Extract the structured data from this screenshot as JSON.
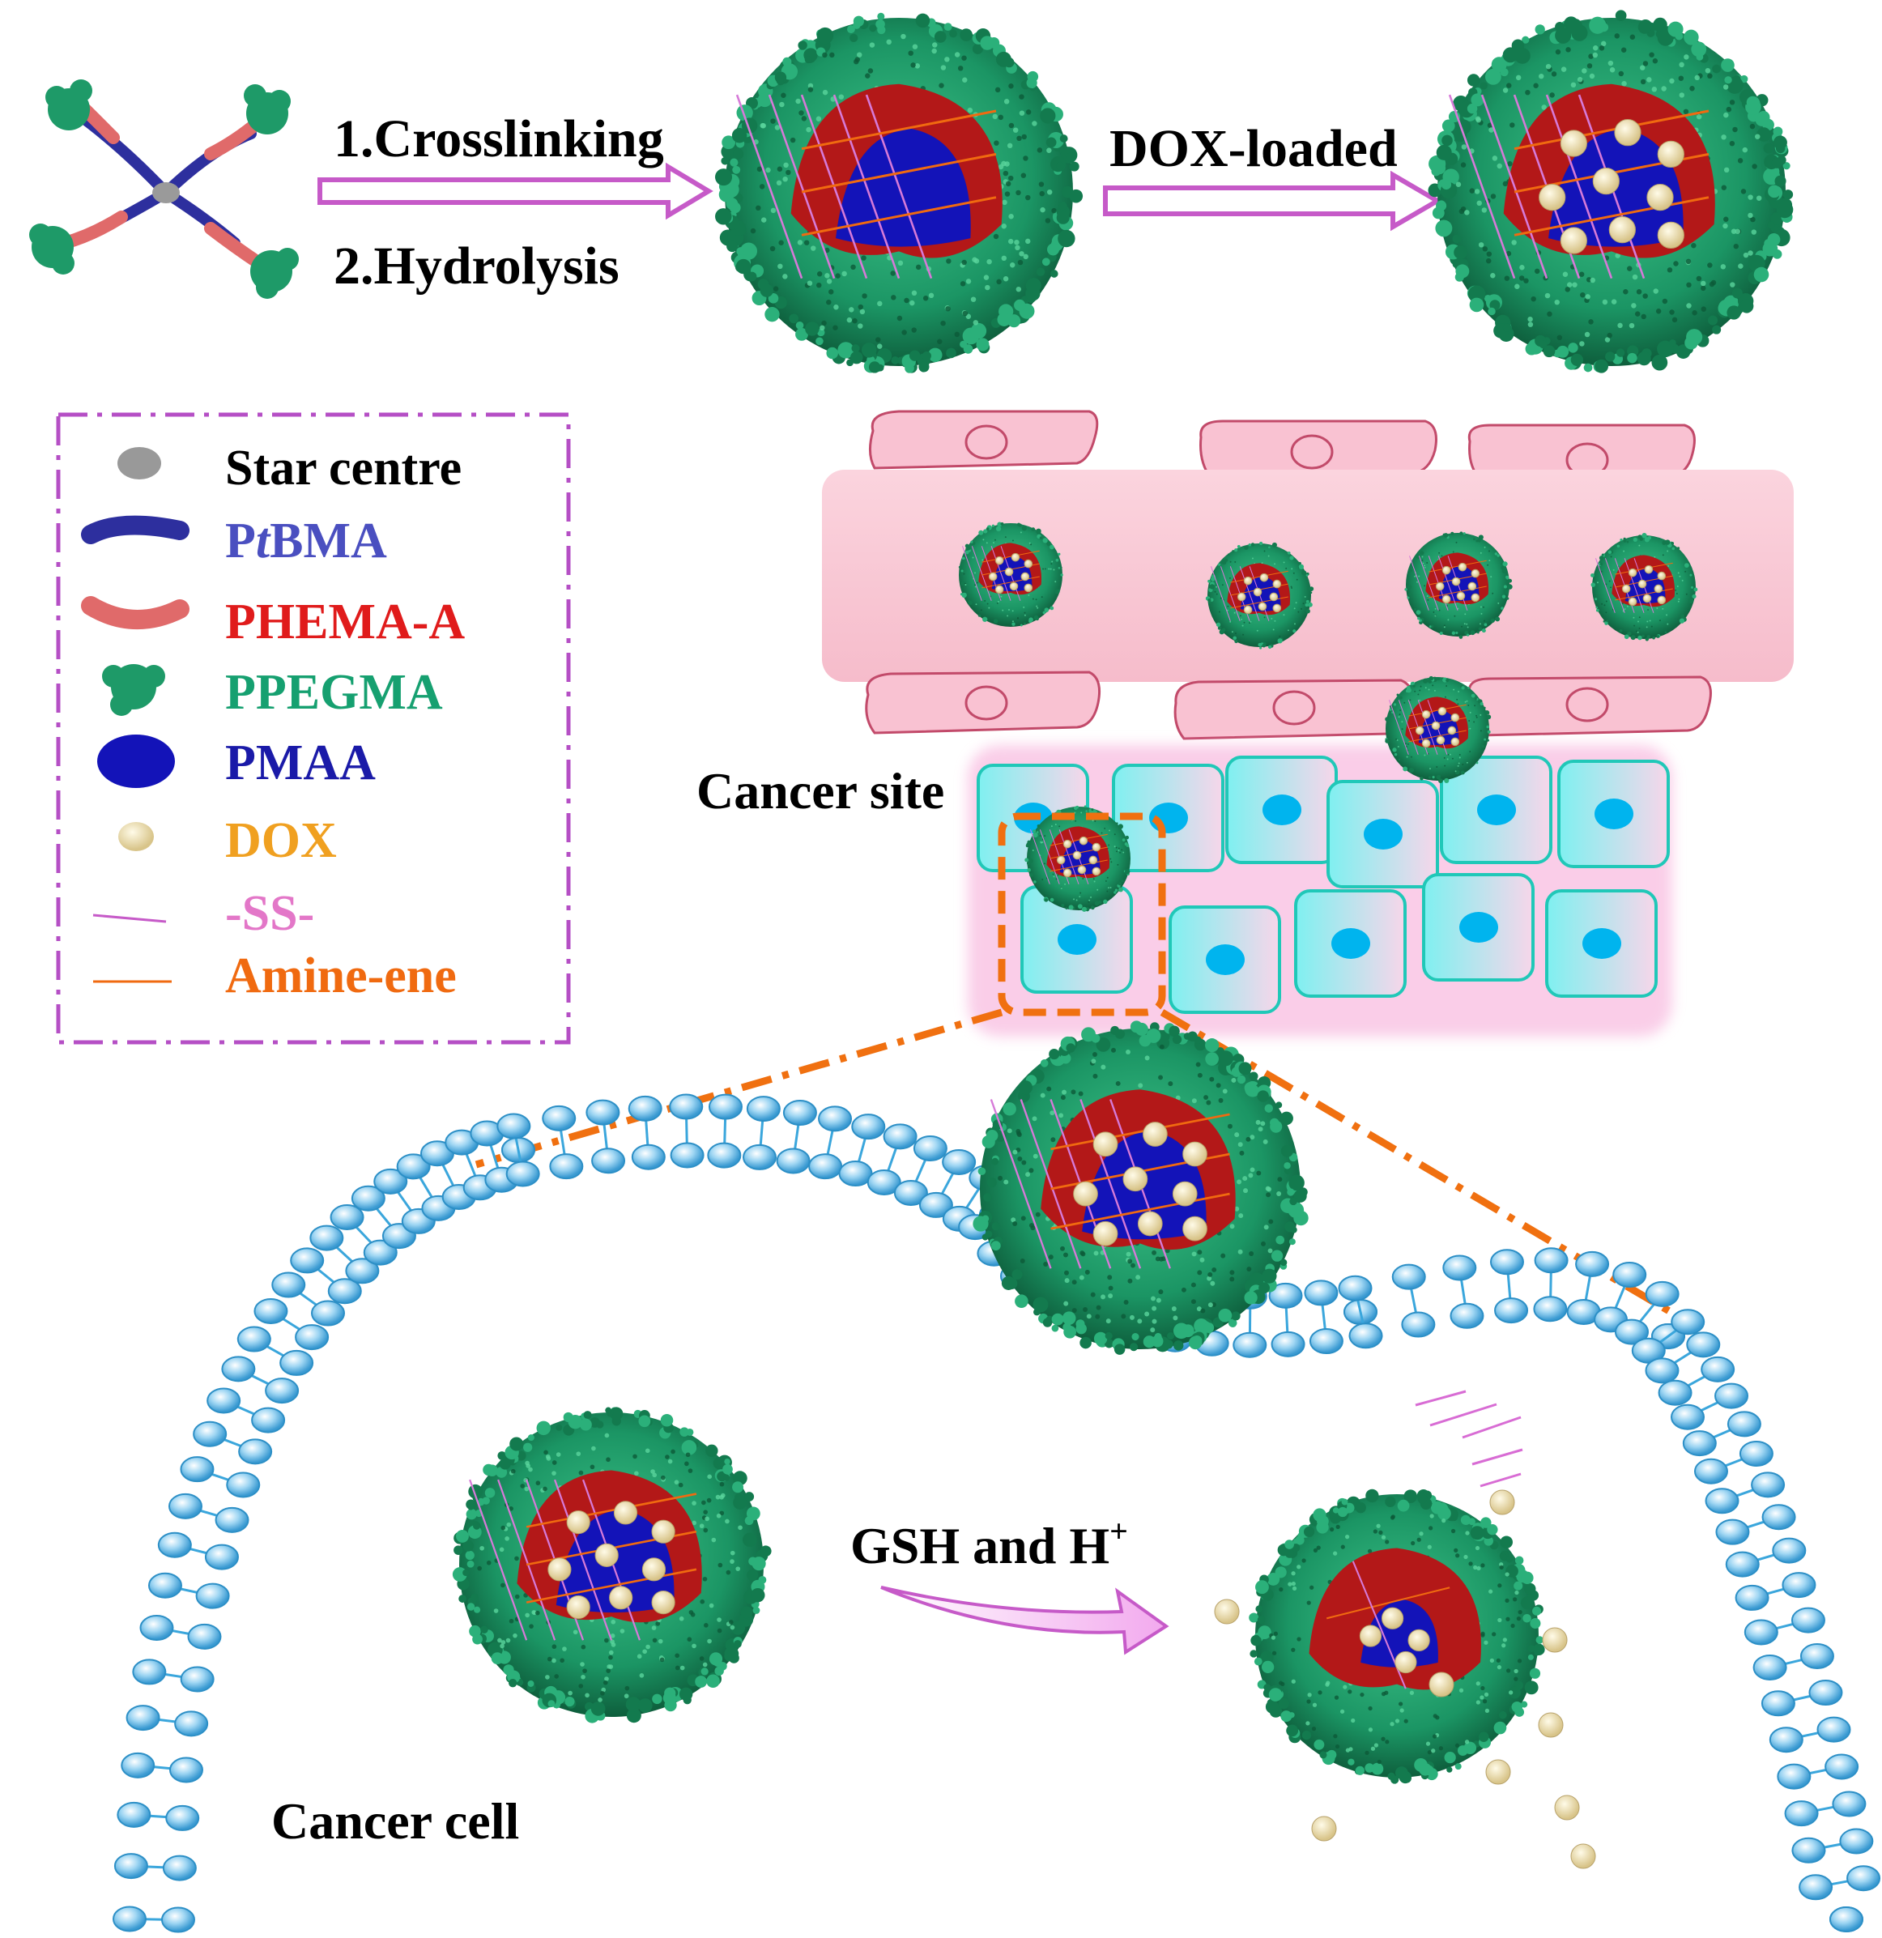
{
  "steps": {
    "step1": "1.Crosslinking",
    "step2": "2.Hydrolysis",
    "loading": "DOX-loaded",
    "release": "GSH and H",
    "release_sup": "+"
  },
  "sites": {
    "cancer_site": "Cancer site",
    "cancer_cell": "Cancer cell"
  },
  "legend": {
    "items": [
      {
        "key": "star",
        "label": "Star centre",
        "color": "#000000"
      },
      {
        "key": "ptbma",
        "label_pre": "P",
        "label_ital": "t",
        "label_post": "BMA",
        "color": "#4a4fc0"
      },
      {
        "key": "phema",
        "label": "PHEMA-A",
        "color": "#e01b1b"
      },
      {
        "key": "ppegma",
        "label": "PPEGMA",
        "color": "#16a070"
      },
      {
        "key": "pmaa",
        "label": "PMAA",
        "color": "#1a1aa8"
      },
      {
        "key": "dox",
        "label": "DOX",
        "color": "#f0a020"
      },
      {
        "key": "ss",
        "label": "-SS-",
        "color": "#e377c8"
      },
      {
        "key": "amine",
        "label": "Amine-ene",
        "color": "#f06a10"
      }
    ]
  },
  "colors": {
    "shell": "#1f9a68",
    "corona": "#b31818",
    "core": "#1313b8",
    "dox": "#eadcaa",
    "membrane": "#3aa6dc",
    "vessel": "#f8c6d2",
    "tumor": "#8ff0f0",
    "dash": "#f07010",
    "arrow": "#c65ac8"
  }
}
